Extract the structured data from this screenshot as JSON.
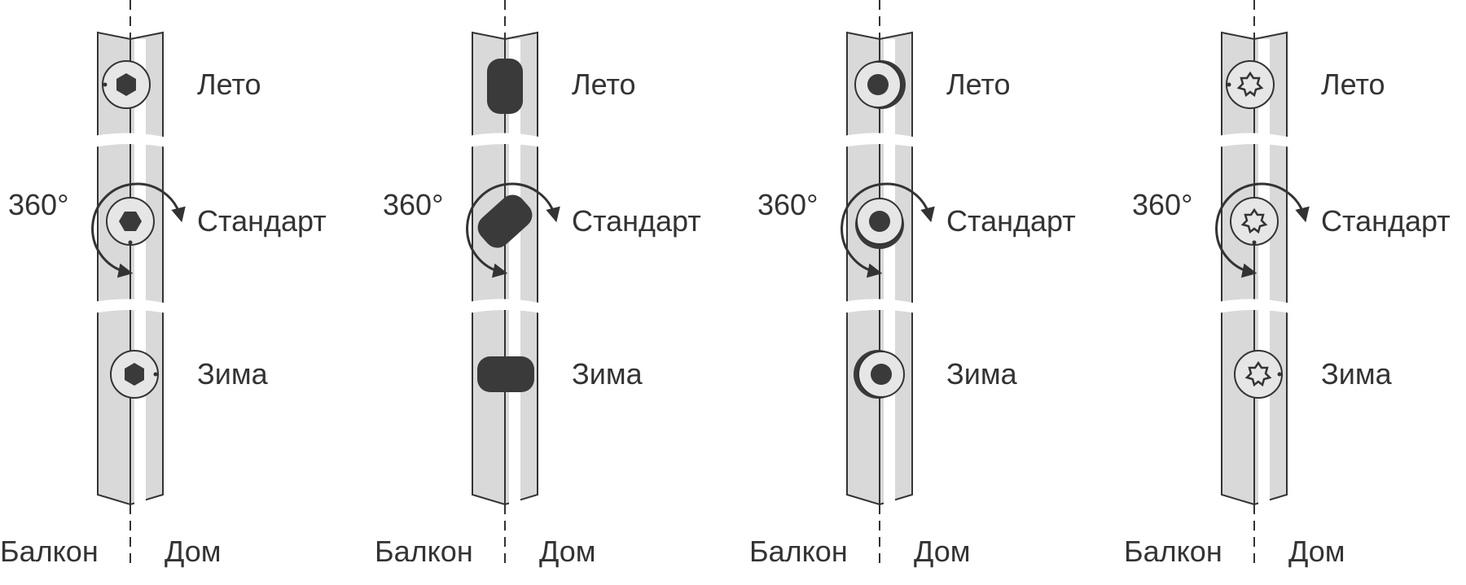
{
  "diagram": {
    "panels": [
      {
        "variant": "hex-socket",
        "labels": {
          "top": "Лето",
          "middle": "Стандарт",
          "bottom": "Зима"
        },
        "rotation": "360°",
        "left_side": "Балкон",
        "right_side": "Дом"
      },
      {
        "variant": "oval-cam",
        "labels": {
          "top": "Лето",
          "middle": "Стандарт",
          "bottom": "Зима"
        },
        "rotation": "360°",
        "left_side": "Балкон",
        "right_side": "Дом"
      },
      {
        "variant": "round-eccentric",
        "labels": {
          "top": "Лето",
          "middle": "Стандарт",
          "bottom": "Зима"
        },
        "rotation": "360°",
        "left_side": "Балкон",
        "right_side": "Дом"
      },
      {
        "variant": "torx-socket",
        "labels": {
          "top": "Лето",
          "middle": "Стандарт",
          "bottom": "Зима"
        },
        "rotation": "360°",
        "left_side": "Балкон",
        "right_side": "Дом"
      }
    ],
    "colors": {
      "ink": "#333333",
      "profile": "#d9d9d9",
      "dark": "#3a3a3a"
    }
  }
}
